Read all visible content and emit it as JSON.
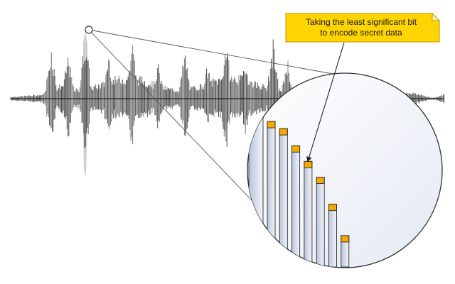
{
  "callout": {
    "line1": "Taking the least significant bit",
    "line2": "to encode secret data",
    "fill_color": "#ffd400",
    "border_color": "#b89600"
  },
  "colors": {
    "waveform": "#3a3a3a",
    "waveform_light": "#c9c9c9",
    "lsb_marker": "#f5a800",
    "magnifier_fill": "#eef1f8",
    "bar_shade": "#c9d2e4"
  },
  "magnifier": {
    "bar_levels": [
      0.92,
      0.87,
      0.75,
      0.64,
      0.53,
      0.34,
      0.12
    ],
    "marked_bits": "least significant bit per sample"
  }
}
